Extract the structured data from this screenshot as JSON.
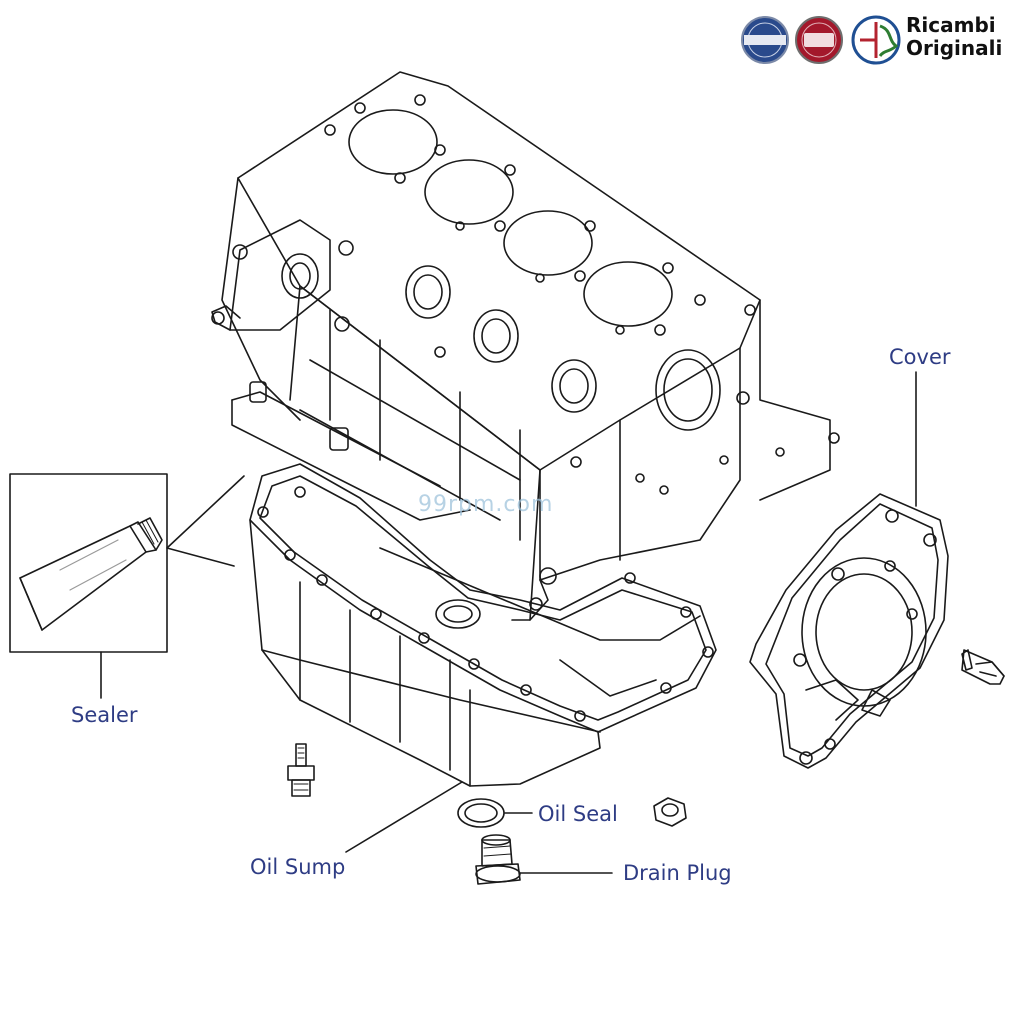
{
  "brand": {
    "badges": [
      {
        "name": "lancia-badge",
        "color": "#2a4a8c"
      },
      {
        "name": "fiat-badge",
        "color": "#a3182b"
      },
      {
        "name": "alfa-romeo-badge",
        "color": "#1f4f93"
      }
    ],
    "line1": "Ricambi",
    "line2": "Originali"
  },
  "watermark": "99rpm.com",
  "labels": {
    "cover": "Cover",
    "sealer": "Sealer",
    "oil_seal": "Oil Seal",
    "oil_sump": "Oil Sump",
    "drain_plug": "Drain Plug"
  },
  "colors": {
    "label": "#2e3c84",
    "line": "#1a1a1a"
  }
}
